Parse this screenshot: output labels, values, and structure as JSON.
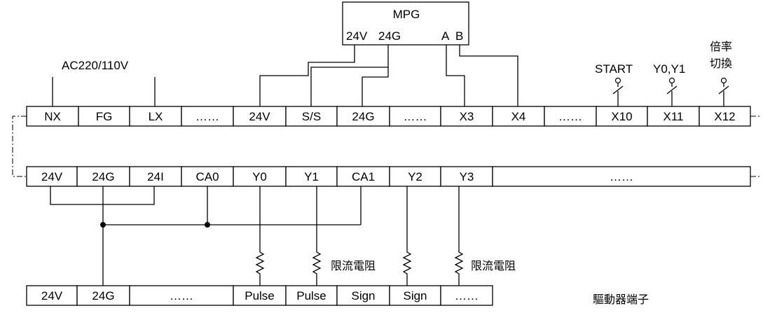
{
  "mpg": {
    "title": "MPG",
    "pins": [
      "24V",
      "24G",
      "A",
      "B"
    ]
  },
  "power_label": "AC220/110V",
  "switch_labels": {
    "start": "START",
    "y0y1": "Y0,Y1",
    "rate_line1": "倍率",
    "rate_line2": "切換"
  },
  "row1": [
    "NX",
    "FG",
    "LX",
    "……",
    "24V",
    "S/S",
    "24G",
    "……",
    "X3",
    "X4",
    "……",
    "X10",
    "X11",
    "X12"
  ],
  "row2": [
    "24V",
    "24G",
    "24I",
    "CA0",
    "Y0",
    "Y1",
    "CA1",
    "Y2",
    "Y3",
    "……"
  ],
  "row3": [
    "24V",
    "24G",
    "……",
    "Pulse",
    "Pulse",
    "Sign",
    "Sign",
    "……"
  ],
  "resistor_label": "限流電阻",
  "driver_label": "驅動器端子"
}
